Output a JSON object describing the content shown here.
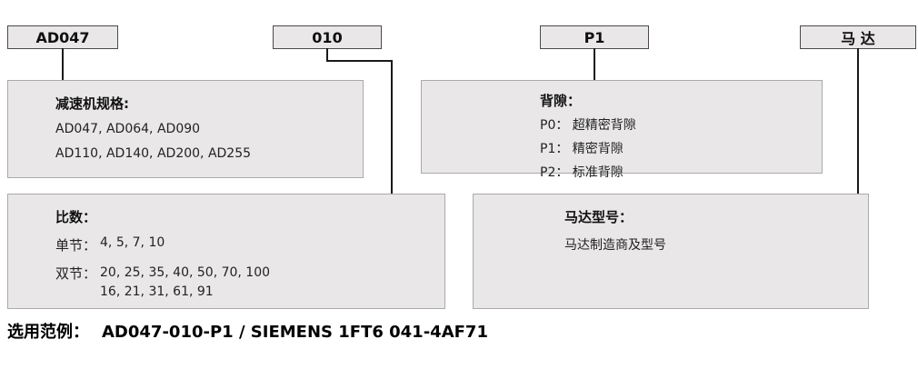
{
  "top_codes": [
    {
      "label": "AD047"
    },
    {
      "label": "010"
    },
    {
      "label": "P1"
    },
    {
      "label": "马 达"
    }
  ],
  "panels": {
    "gearbox_spec": {
      "title": "减速机规格:",
      "line1": "AD047, AD064, AD090",
      "line2": "AD110, AD140, AD200, AD255"
    },
    "backlash": {
      "title": "背隙：",
      "line1": "P0： 超精密背隙",
      "line2": "P1： 精密背隙",
      "line3": "P2： 标准背隙"
    },
    "ratio": {
      "title": "比数：",
      "single_label": "单节：",
      "single_values": "4, 5, 7, 10",
      "double_label": "双节：",
      "double_values_line1": "20, 25, 35, 40, 50, 70, 100",
      "double_values_line2": "16, 21, 31, 61, 91"
    },
    "motor": {
      "title": "马达型号：",
      "line1": "马达制造商及型号"
    }
  },
  "example": {
    "label": "选用范例：",
    "value": "AD047-010-P1 / SIEMENS 1FT6 041-4AF71"
  },
  "colors": {
    "box_fill": "#e9e7e8",
    "box_border_dark": "#4a4a4a",
    "panel_border": "#aaaaaa",
    "line": "#1a1a1a"
  }
}
